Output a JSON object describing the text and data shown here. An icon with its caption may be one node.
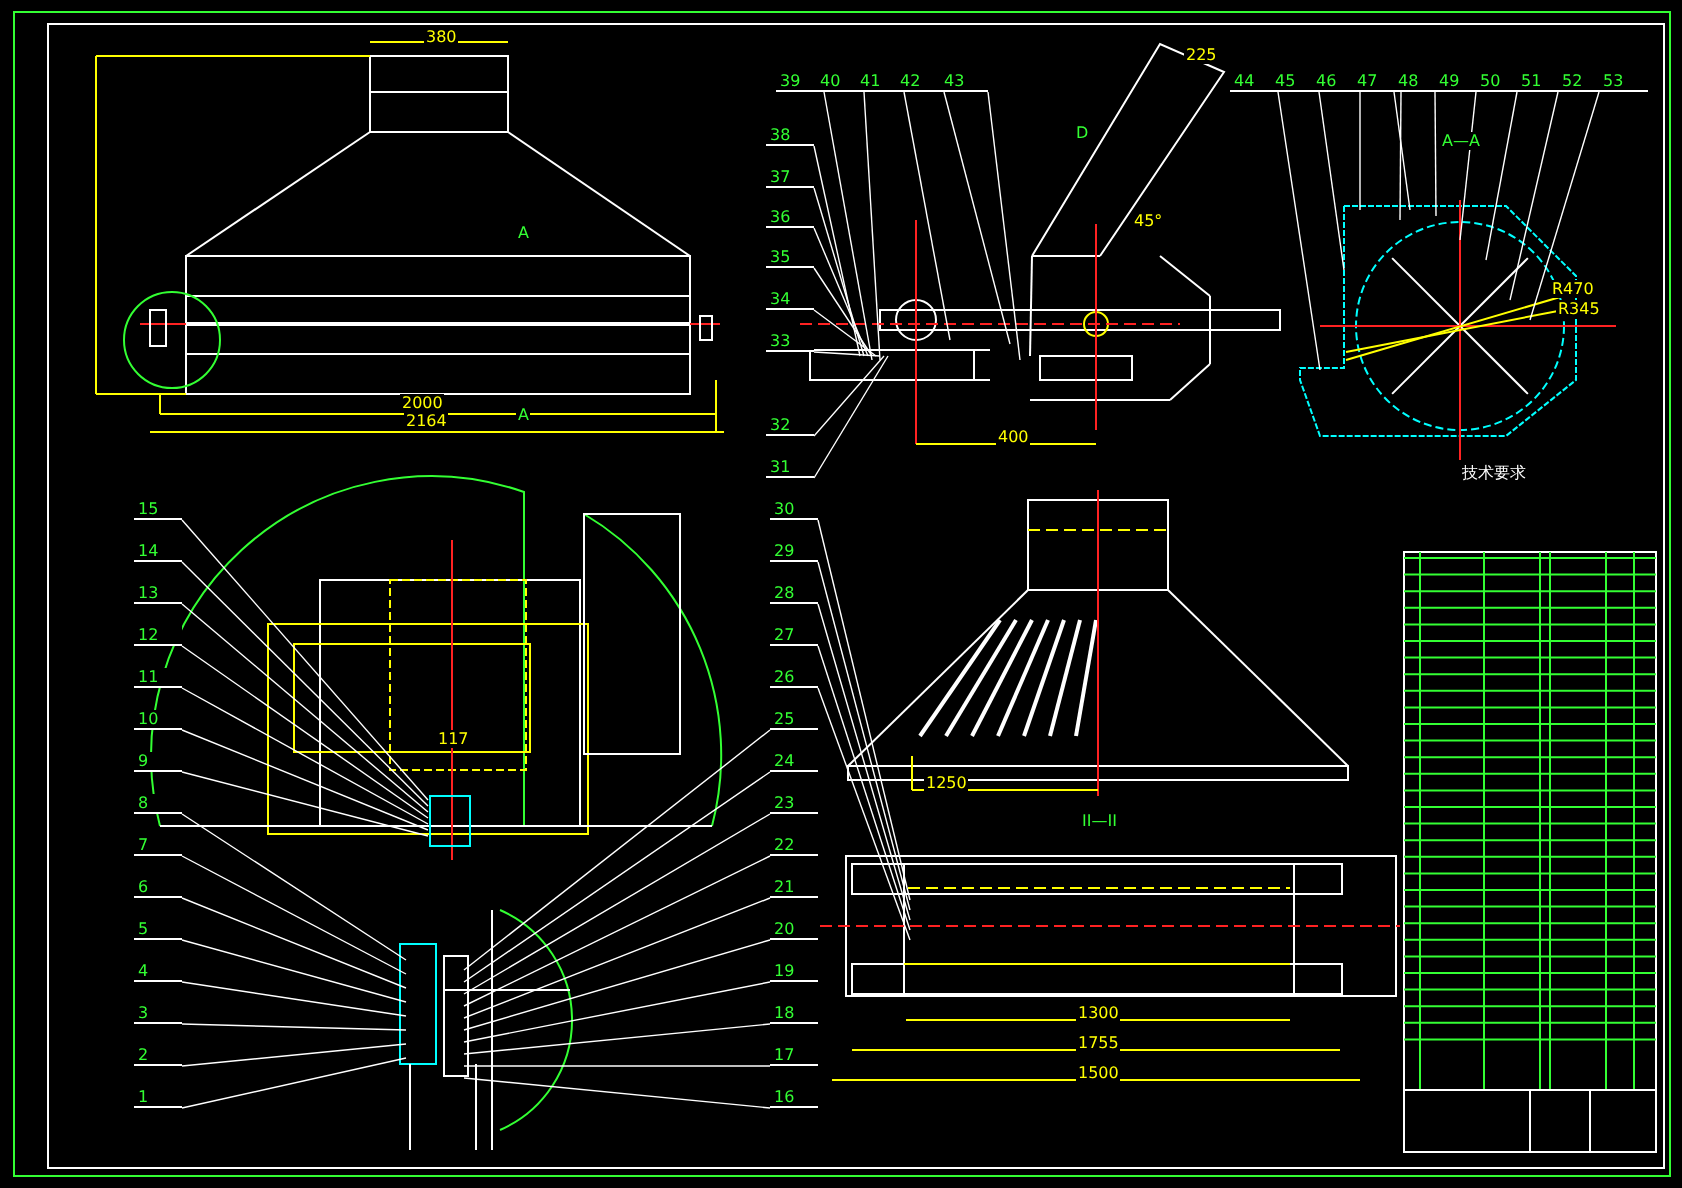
{
  "diagram": {
    "nodes": [
      {
        "text": [
          "39"
        ]
      },
      {
        "text": [
          "40"
        ]
      },
      {
        "text": [
          "41"
        ]
      },
      {
        "text": [
          "42"
        ]
      },
      {
        "text": [
          "43"
        ]
      },
      {
        "text": [
          "44"
        ]
      },
      {
        "text": [
          "45"
        ]
      },
      {
        "text": [
          "46"
        ]
      },
      {
        "text": [
          "47"
        ]
      },
      {
        "text": [
          "48"
        ]
      },
      {
        "text": [
          "49"
        ]
      },
      {
        "text": [
          "50"
        ]
      },
      {
        "text": [
          "51"
        ]
      },
      {
        "text": [
          "52"
        ]
      },
      {
        "text": [
          "53"
        ]
      },
      {
        "text": [
          "38"
        ]
      },
      {
        "text": [
          "37"
        ]
      },
      {
        "text": [
          "36"
        ]
      },
      {
        "text": [
          "35"
        ]
      },
      {
        "text": [
          "34"
        ]
      },
      {
        "text": [
          "33"
        ]
      },
      {
        "text": [
          "32"
        ]
      },
      {
        "text": [
          "31"
        ]
      },
      {
        "text": [
          "15"
        ]
      },
      {
        "text": [
          "14"
        ]
      },
      {
        "text": [
          "13"
        ]
      },
      {
        "text": [
          "12"
        ]
      },
      {
        "text": [
          "11"
        ]
      },
      {
        "text": [
          "10"
        ]
      },
      {
        "text": [
          "9"
        ]
      },
      {
        "text": [
          "8"
        ]
      },
      {
        "text": [
          "7"
        ]
      },
      {
        "text": [
          "6"
        ]
      },
      {
        "text": [
          "5"
        ]
      },
      {
        "text": [
          "4"
        ]
      },
      {
        "text": [
          "3"
        ]
      },
      {
        "text": [
          "2"
        ]
      },
      {
        "text": [
          "1"
        ]
      },
      {
        "text": [
          "30"
        ]
      },
      {
        "text": [
          "29"
        ]
      },
      {
        "text": [
          "28"
        ]
      },
      {
        "text": [
          "27"
        ]
      },
      {
        "text": [
          "26"
        ]
      },
      {
        "text": [
          "25"
        ]
      },
      {
        "text": [
          "24"
        ]
      },
      {
        "text": [
          "23"
        ]
      },
      {
        "text": [
          "22"
        ]
      },
      {
        "text": [
          "21"
        ]
      },
      {
        "text": [
          "20"
        ]
      },
      {
        "text": [
          "19"
        ]
      },
      {
        "text": [
          "18"
        ]
      },
      {
        "text": [
          "17"
        ]
      },
      {
        "text": [
          "16"
        ]
      }
    ],
    "edges": [
      {
        "from": 0,
        "to": null,
        "arrow": "none"
      },
      {
        "from": 1,
        "to": null,
        "arrow": "none"
      },
      {
        "from": 2,
        "to": null,
        "arrow": "none"
      },
      {
        "from": 3,
        "to": null,
        "arrow": "none"
      },
      {
        "from": 4,
        "to": null,
        "arrow": "none"
      },
      {
        "from": 5,
        "to": null,
        "arrow": "none"
      },
      {
        "from": 6,
        "to": null,
        "arrow": "none"
      },
      {
        "from": 7,
        "to": null,
        "arrow": "none"
      },
      {
        "from": 8,
        "to": null,
        "arrow": "none"
      },
      {
        "from": 9,
        "to": null,
        "arrow": "none"
      },
      {
        "from": 10,
        "to": null,
        "arrow": "none"
      },
      {
        "from": 11,
        "to": null,
        "arrow": "none"
      },
      {
        "from": 12,
        "to": null,
        "arrow": "none"
      },
      {
        "from": 13,
        "to": null,
        "arrow": "none"
      },
      {
        "from": 14,
        "to": null,
        "arrow": "none"
      },
      {
        "from": 15,
        "to": null,
        "arrow": "none"
      },
      {
        "from": 16,
        "to": null,
        "arrow": "none"
      },
      {
        "from": 17,
        "to": null,
        "arrow": "none"
      },
      {
        "from": 18,
        "to": null,
        "arrow": "none"
      },
      {
        "from": 19,
        "to": null,
        "arrow": "none"
      },
      {
        "from": 20,
        "to": null,
        "arrow": "none"
      },
      {
        "from": 21,
        "to": null,
        "arrow": "none"
      },
      {
        "from": 22,
        "to": null,
        "arrow": "none"
      },
      {
        "from": 23,
        "to": null,
        "arrow": "none"
      },
      {
        "from": 24,
        "to": null,
        "arrow": "none"
      },
      {
        "from": 25,
        "to": null,
        "arrow": "none"
      },
      {
        "from": 26,
        "to": null,
        "arrow": "none"
      },
      {
        "from": 27,
        "to": null,
        "arrow": "none"
      },
      {
        "from": 28,
        "to": null,
        "arrow": "none"
      },
      {
        "from": 29,
        "to": null,
        "arrow": "none"
      },
      {
        "from": 30,
        "to": null,
        "arrow": "none"
      },
      {
        "from": 31,
        "to": null,
        "arrow": "none"
      },
      {
        "from": 32,
        "to": null,
        "arrow": "none"
      },
      {
        "from": 33,
        "to": null,
        "arrow": "none"
      },
      {
        "from": 34,
        "to": null,
        "arrow": "none"
      },
      {
        "from": 35,
        "to": null,
        "arrow": "none"
      },
      {
        "from": 36,
        "to": null,
        "arrow": "none"
      },
      {
        "from": 37,
        "to": null,
        "arrow": "none"
      },
      {
        "from": 38,
        "to": null,
        "arrow": "none"
      },
      {
        "from": 39,
        "to": null,
        "arrow": "none"
      },
      {
        "from": 40,
        "to": null,
        "arrow": "none"
      },
      {
        "from": 41,
        "to": null,
        "arrow": "none"
      },
      {
        "from": 42,
        "to": null,
        "arrow": "none"
      },
      {
        "from": 43,
        "to": null,
        "arrow": "none"
      },
      {
        "from": 44,
        "to": null,
        "arrow": "none"
      },
      {
        "from": 45,
        "to": null,
        "arrow": "none"
      },
      {
        "from": 46,
        "to": null,
        "arrow": "none"
      },
      {
        "from": 47,
        "to": null,
        "arrow": "none"
      },
      {
        "from": 48,
        "to": null,
        "arrow": "none"
      },
      {
        "from": 49,
        "to": null,
        "arrow": "none"
      },
      {
        "from": 50,
        "to": null,
        "arrow": "none"
      },
      {
        "from": 51,
        "to": null,
        "arrow": "none"
      },
      {
        "from": 52,
        "to": null,
        "arrow": "none"
      }
    ],
    "labels": [
      "380",
      "A",
      "A",
      "2000",
      "2164",
      "D",
      "225",
      "45°",
      "400",
      "A—A",
      "R470",
      "R345",
      "技术要求",
      "117",
      "II—II",
      "1250",
      "1300",
      "1755",
      "1500"
    ]
  }
}
